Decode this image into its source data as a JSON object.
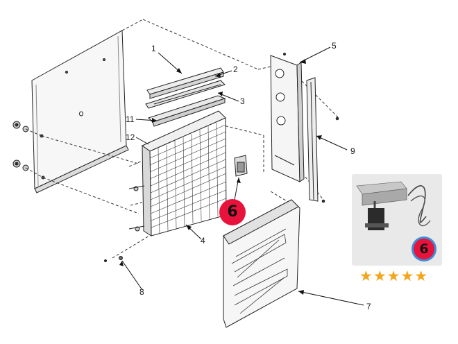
{
  "callouts": [
    {
      "id": "1",
      "label": "1"
    },
    {
      "id": "2",
      "label": "2"
    },
    {
      "id": "3",
      "label": "3"
    },
    {
      "id": "4",
      "label": "4"
    },
    {
      "id": "5",
      "label": "5"
    },
    {
      "id": "7",
      "label": "7"
    },
    {
      "id": "8",
      "label": "8"
    },
    {
      "id": "9",
      "label": "9"
    },
    {
      "id": "11",
      "label": "11"
    },
    {
      "id": "12",
      "label": "12"
    }
  ],
  "highlight_badge": {
    "label": "6",
    "color": "#e8133c"
  },
  "photo_badge": {
    "label": "6",
    "color": "#e8133c",
    "ring_color": "#3b8fd6"
  },
  "rating": {
    "stars": 5,
    "max": 5,
    "glyphs": "★★★★★",
    "color": "#f2a61d"
  }
}
